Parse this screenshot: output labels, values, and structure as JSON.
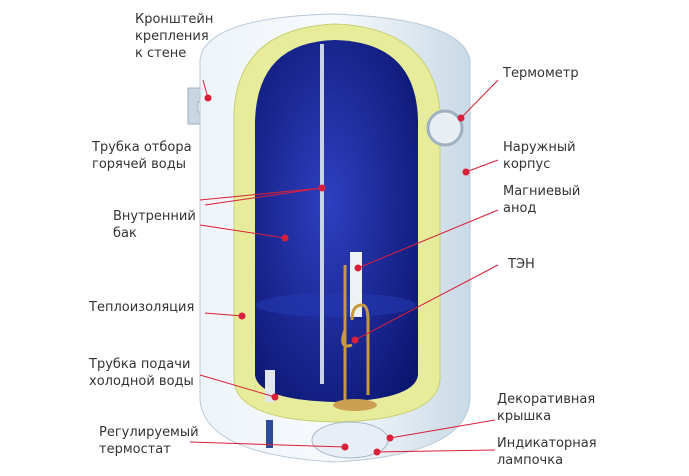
{
  "title": "Устройство водонагревателя",
  "labels": {
    "bracket": [
      "Кронштейн",
      "крепления",
      "к стене"
    ],
    "thermometer": [
      "Термометр"
    ],
    "hot_pipe": [
      "Трубка отбора",
      "горячей воды"
    ],
    "outer_body": [
      "Наружный",
      "корпус"
    ],
    "anode": [
      "Магниевый",
      "анод"
    ],
    "inner_tank": [
      "Внутренний",
      "бак"
    ],
    "heater": [
      "ТЭН"
    ],
    "insulation": [
      "Теплоизоляция"
    ],
    "cold_pipe": [
      "Трубка подачи",
      "холодной воды"
    ],
    "cover": [
      "Декоративная",
      "крышка"
    ],
    "thermostat": [
      "Регулируемый",
      "термостат"
    ],
    "lamp": [
      "Индикаторная",
      "лампочка"
    ]
  },
  "colors": {
    "pointer": "#d8203a",
    "tank": "#1a2a9a",
    "insulation": "#e6ec9a",
    "body": "#dfeaf3"
  }
}
